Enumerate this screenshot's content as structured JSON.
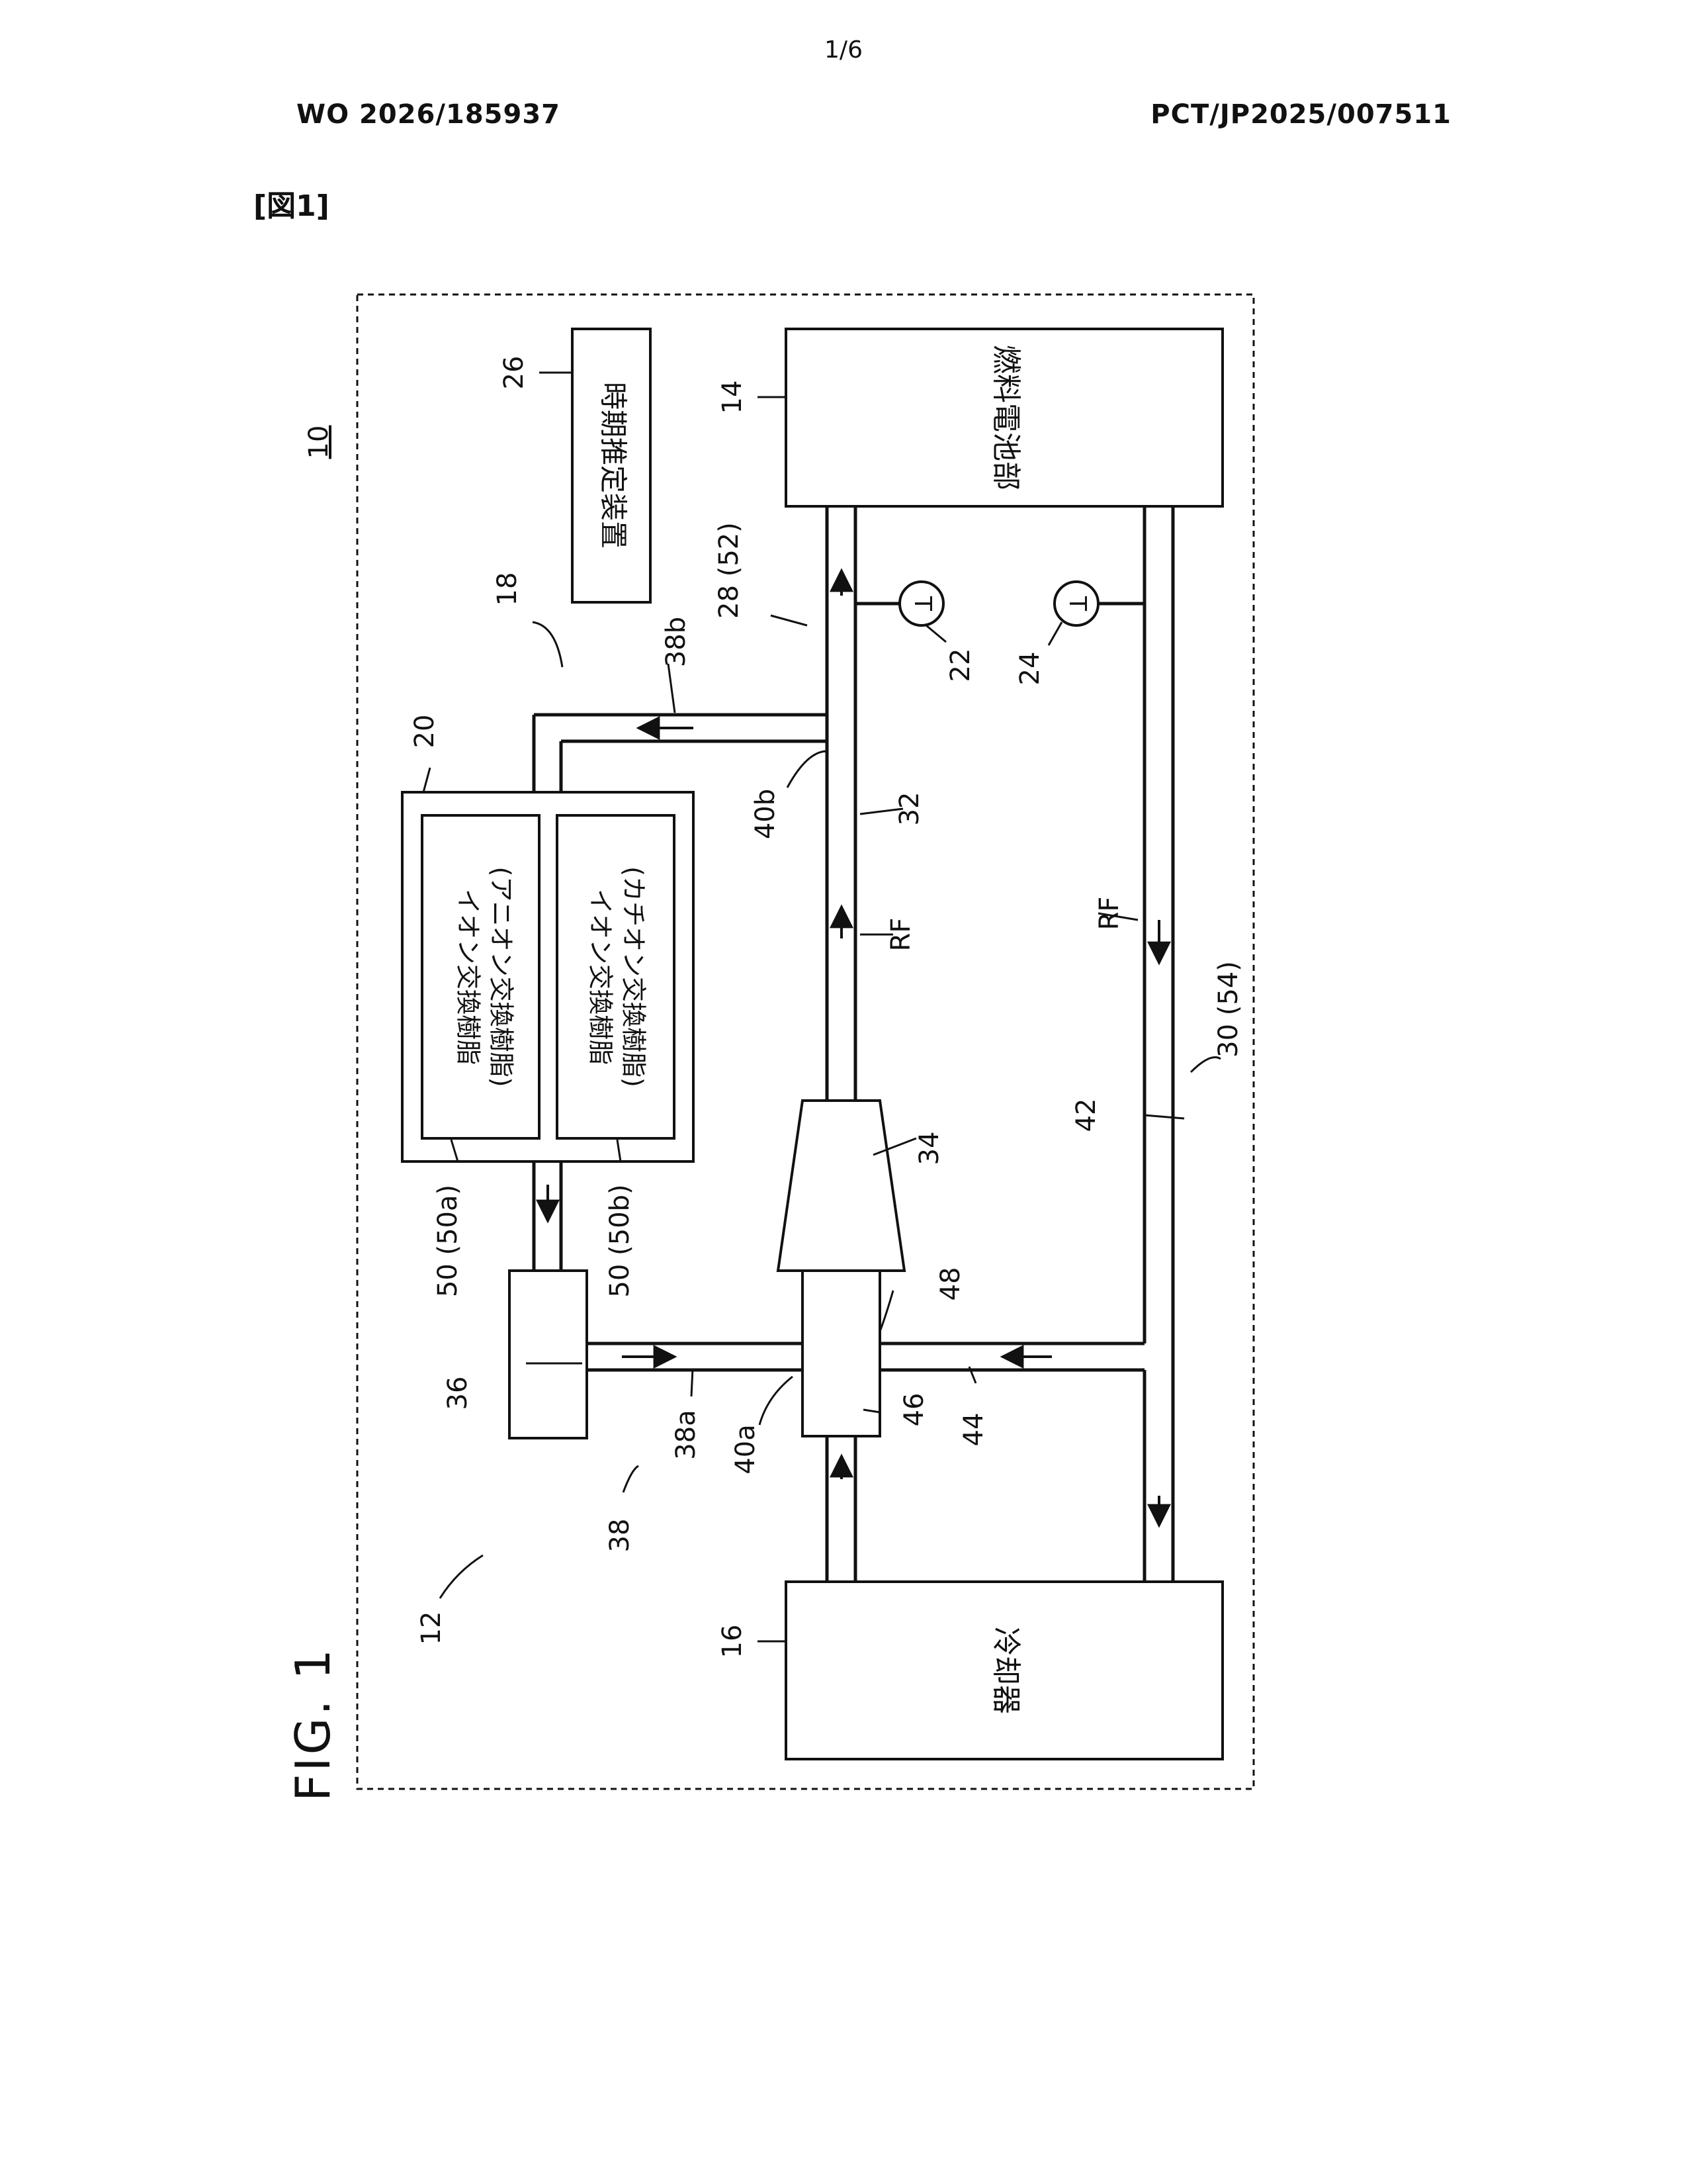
{
  "page_number": "1/6",
  "publication_number": "WO 2026/185937",
  "application_number": "PCT/JP2025/007511",
  "figure_caption": "[図1]",
  "figure_title": "FIG. 1",
  "components": {
    "fuel_cell_text": "燃料電池部",
    "cooler_text": "冷却器",
    "estimator_text": "時期推定装置",
    "resin_anion_line1": "イオン交換樹脂",
    "resin_anion_line2": "(アニオン交換樹脂)",
    "resin_cation_line1": "イオン交換樹脂",
    "resin_cation_line2": "(カチオン交換樹脂)",
    "sensor_symbol": "T"
  },
  "reference_labels": {
    "r10": "10",
    "r12": "12",
    "r14": "14",
    "r16": "16",
    "r18": "18",
    "r20": "20",
    "r22": "22",
    "r24": "24",
    "r26": "26",
    "r28": "28 (52)",
    "r30": "30 (54)",
    "r32": "32",
    "r34": "34",
    "r36": "36",
    "r38": "38",
    "r38a": "38a",
    "r38b": "38b",
    "r40a": "40a",
    "r40b": "40b",
    "r42": "42",
    "r44": "44",
    "r46": "46",
    "r48": "48",
    "r50a": "50 (50a)",
    "r50b": "50 (50b)",
    "rf_top": "RF",
    "rf_bottom": "RF"
  }
}
